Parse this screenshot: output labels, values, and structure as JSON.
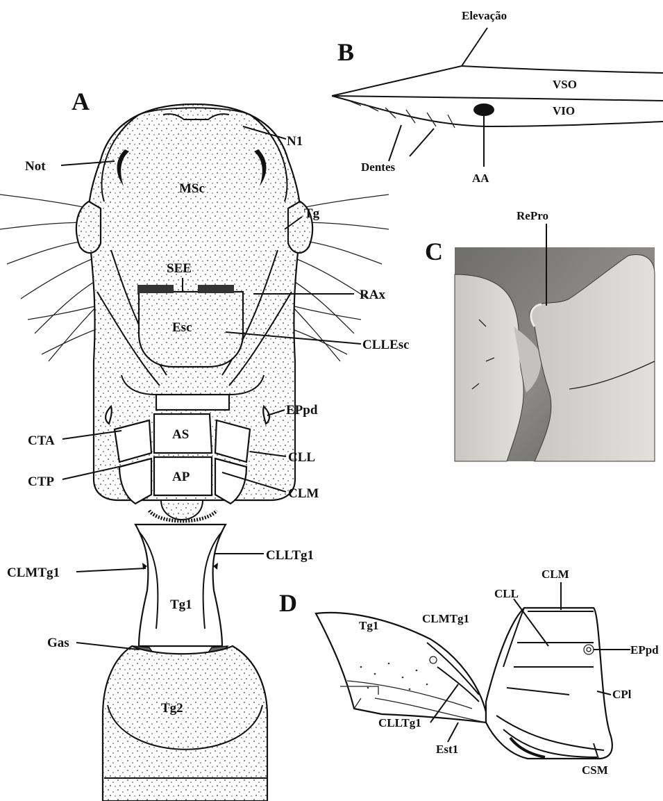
{
  "panels": {
    "a": "A",
    "b": "B",
    "c": "C",
    "d": "D"
  },
  "panel_a_labels": {
    "n1": "N1",
    "not": "Not",
    "msc": "MSc",
    "tg": "Tg",
    "see": "SEE",
    "rax": "RAx",
    "esc": "Esc",
    "cllesc": "CLLEsc",
    "eppd": "EPpd",
    "cta": "CTA",
    "as": "AS",
    "cll": "CLL",
    "ctp": "CTP",
    "ap": "AP",
    "clm": "CLM",
    "clmtg1": "CLMTg1",
    "clltg1": "CLLTg1",
    "tg1": "Tg1",
    "gas": "Gas",
    "tg2": "Tg2"
  },
  "panel_b_labels": {
    "elevacao": "Elevação",
    "vso": "VSO",
    "vio": "VIO",
    "dentes": "Dentes",
    "aa": "AA"
  },
  "panel_c_labels": {
    "repro": "RePro"
  },
  "panel_d_labels": {
    "clm": "CLM",
    "cll": "CLL",
    "tg1": "Tg1",
    "clmtg1": "CLMTg1",
    "eppd": "EPpd",
    "cpl": "CPl",
    "clltg1": "CLLTg1",
    "est1": "Est1",
    "csm": "CSM"
  },
  "colors": {
    "ink": "#111111",
    "sem_bg": "#8a8886",
    "sem_bg_dark": "#5f5d5b",
    "sem_light": "#d6d4d1"
  }
}
